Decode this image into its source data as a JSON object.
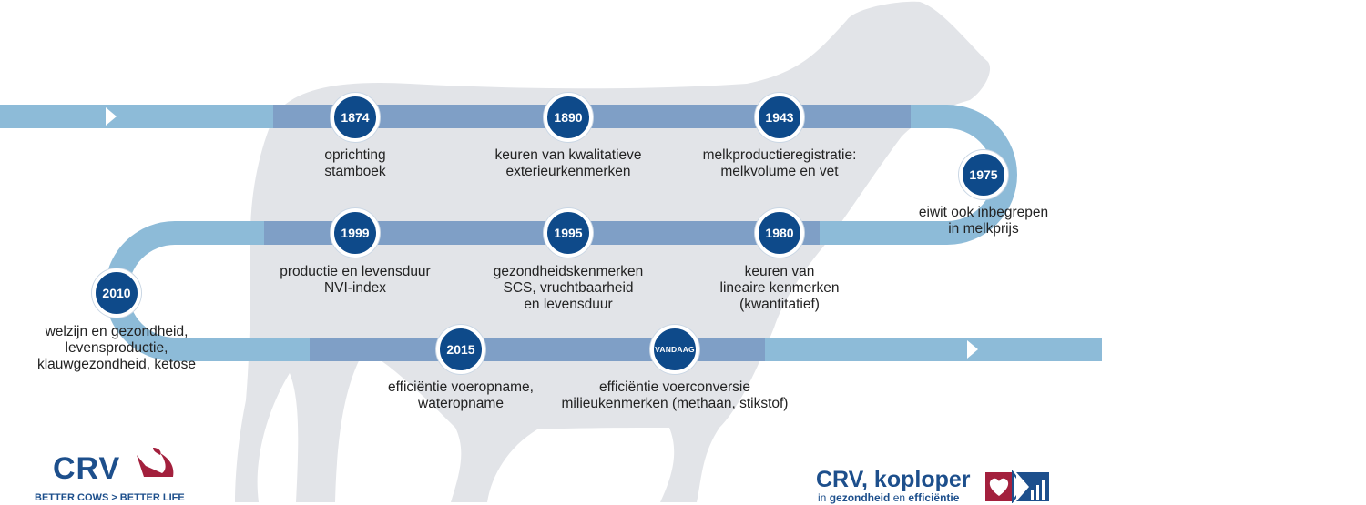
{
  "colors": {
    "track_light": "#8dbbd8",
    "track_dark": "#7f9fc6",
    "node": "#0e4a8a",
    "cow": "#e2e4e8",
    "brand_blue": "#1d4f8c",
    "brand_red": "#a3203d"
  },
  "timeline": [
    {
      "year": "1874",
      "lines": [
        "oprichting",
        "stamboek"
      ]
    },
    {
      "year": "1890",
      "lines": [
        "keuren van kwalitatieve",
        "exterieurkenmerken"
      ]
    },
    {
      "year": "1943",
      "lines": [
        "melkproductieregistratie:",
        "melkvolume en vet"
      ]
    },
    {
      "year": "1975",
      "lines": [
        "eiwit ook inbegrepen",
        "in melkprijs"
      ]
    },
    {
      "year": "1980",
      "lines": [
        "keuren van",
        "lineaire kenmerken",
        "(kwantitatief)"
      ]
    },
    {
      "year": "1995",
      "lines": [
        "gezondheidskenmerken",
        "SCS, vruchtbaarheid",
        "en levensduur"
      ]
    },
    {
      "year": "1999",
      "lines": [
        "productie en levensduur",
        "NVI-index"
      ]
    },
    {
      "year": "2010",
      "lines": [
        "welzijn en gezondheid,",
        "levensproductie,",
        "klauwgezondheid, ketose"
      ]
    },
    {
      "year": "2015",
      "lines": [
        "efficiëntie voeropname,",
        "wateropname"
      ]
    },
    {
      "year": "VANDAAG",
      "lines": [
        "efficiëntie voerconversie",
        "milieukenmerken (methaan, stikstof)"
      ]
    }
  ],
  "logo_left": {
    "name": "CRV",
    "tagline": "BETTER COWS > BETTER LIFE"
  },
  "logo_right": {
    "title": "CRV, koploper",
    "sub_prefix": "in",
    "sub_word1": "gezondheid",
    "sub_mid": "en",
    "sub_word2": "efficiëntie"
  }
}
